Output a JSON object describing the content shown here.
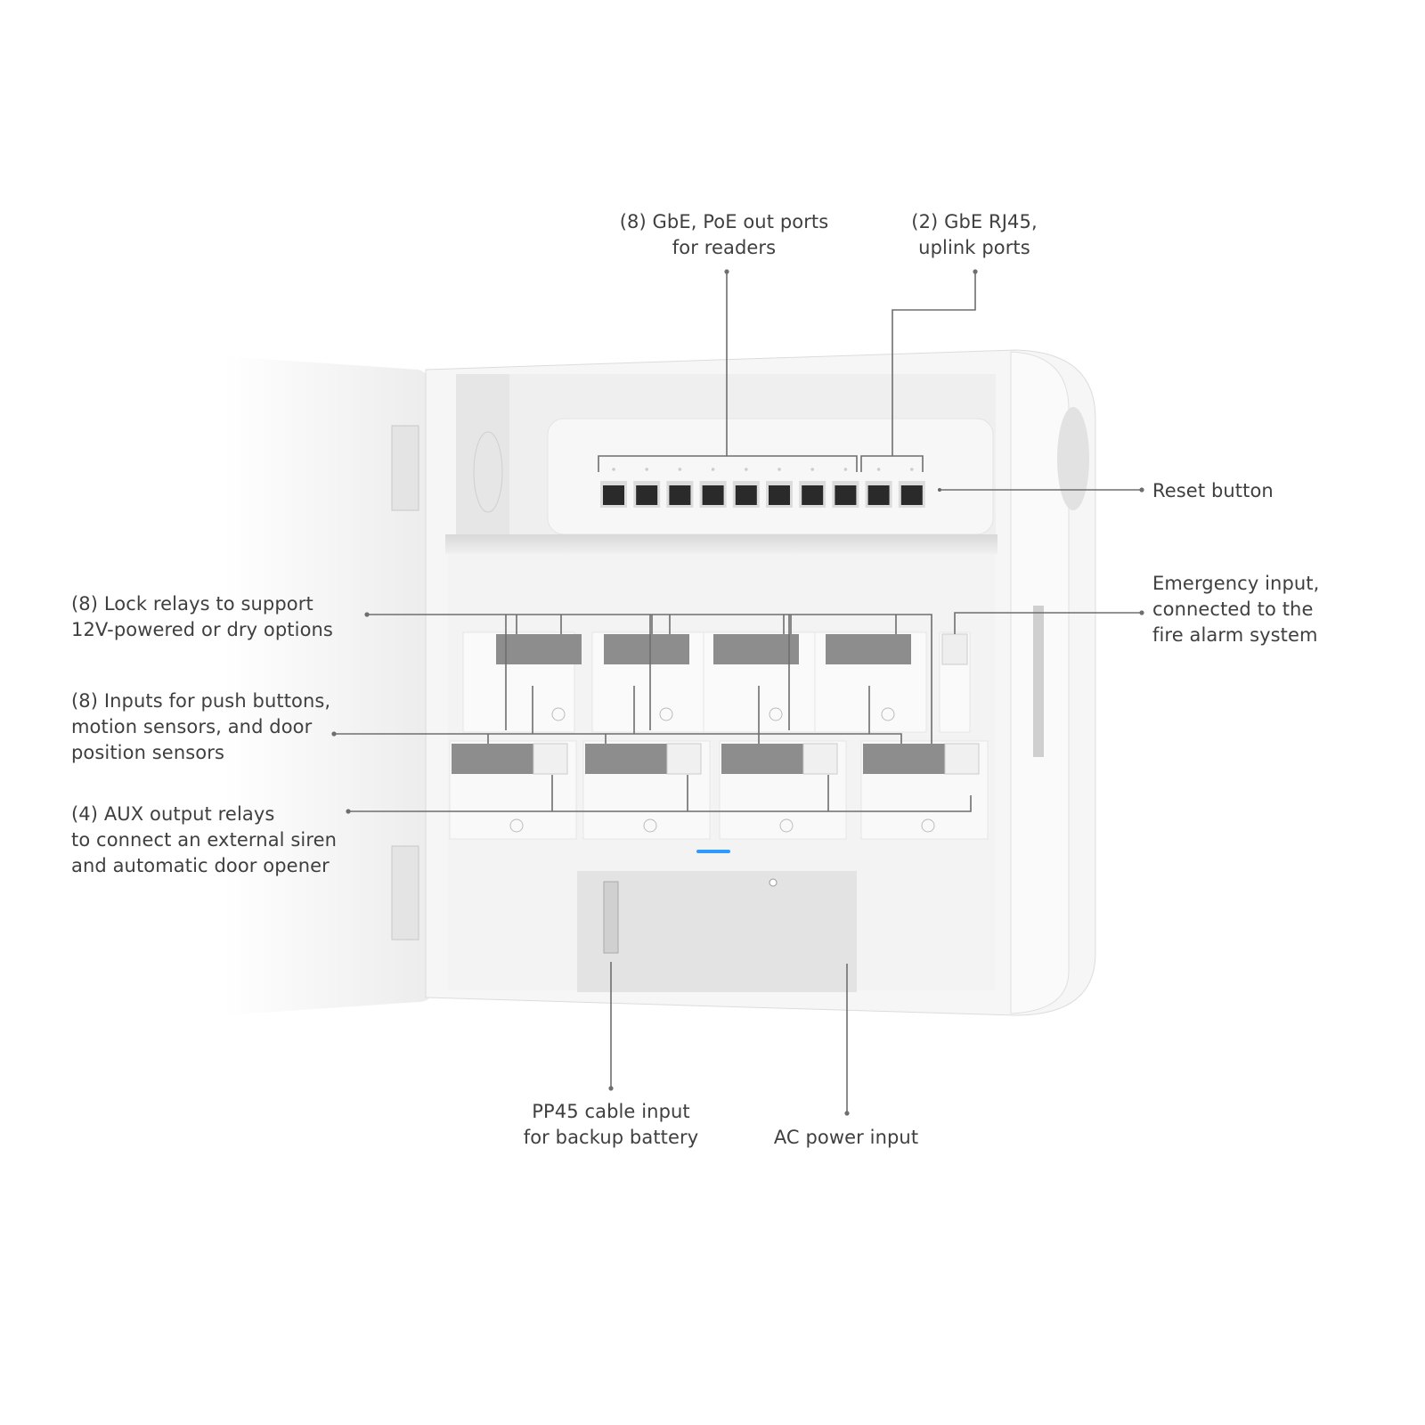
{
  "callouts": {
    "poe_ports": {
      "lines": [
        "(8) GbE, PoE out ports",
        "for readers"
      ]
    },
    "uplink_ports": {
      "lines": [
        "(2) GbE RJ45,",
        "uplink ports"
      ]
    },
    "reset_button": {
      "lines": [
        "Reset button"
      ]
    },
    "emergency_input": {
      "lines": [
        "Emergency input,",
        "connected to the",
        "fire alarm system"
      ]
    },
    "lock_relays": {
      "lines": [
        "(8) Lock relays to support",
        "12V-powered or dry options"
      ]
    },
    "inputs": {
      "lines": [
        "(8) Inputs for push buttons,",
        "motion sensors, and door",
        "position sensors"
      ]
    },
    "aux_relays": {
      "lines": [
        "(4) AUX output relays",
        "to connect an external siren",
        "and automatic door opener"
      ]
    },
    "pp45_input": {
      "lines": [
        "PP45 cable input",
        "for backup battery"
      ]
    },
    "ac_power": {
      "lines": [
        "AC power input"
      ]
    }
  },
  "colors": {
    "text": "#3f3f3f",
    "leader": "#6e6e6e",
    "led": "#2f9bff",
    "port": "#2a2a2a",
    "terminal": "#8d8d8d"
  }
}
